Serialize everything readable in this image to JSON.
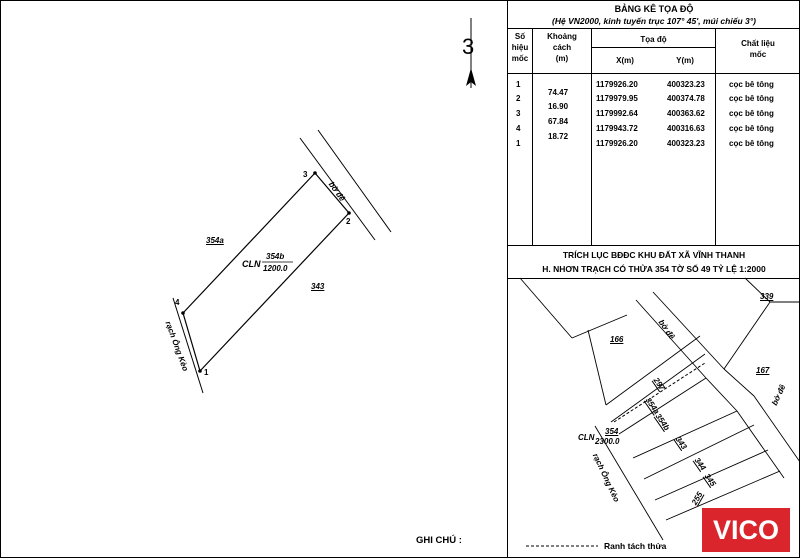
{
  "north_arrow_numeral": "3",
  "table": {
    "title": "BẢNG KÊ TỌA ĐỘ",
    "subtitle": "(Hệ VN2000, kinh tuyến trục 107° 45', múi chiếu 3°)",
    "headers": {
      "so_hieu_moc": [
        "Số",
        "hiệu",
        "mốc"
      ],
      "khoang_cach": [
        "Khoảng",
        "cách",
        "(m)"
      ],
      "toa_do": "Tọa độ",
      "x": "X(m)",
      "y": "Y(m)",
      "chat_lieu": [
        "Chất liệu",
        "mốc"
      ]
    },
    "rows": [
      {
        "id": "1",
        "x": "1179926.20",
        "y": "400323.23",
        "material": "cọc bê tông"
      },
      {
        "id": "2",
        "x": "1179979.95",
        "y": "400374.78",
        "material": "cọc bê tông"
      },
      {
        "id": "3",
        "x": "1179992.64",
        "y": "400363.62",
        "material": "cọc bê tông"
      },
      {
        "id": "4",
        "x": "1179943.72",
        "y": "400316.63",
        "material": "cọc bê tông"
      },
      {
        "id": "1",
        "x": "1179926.20",
        "y": "400323.23",
        "material": "cọc bê tông"
      }
    ],
    "distances": [
      "74.47",
      "16.90",
      "67.84",
      "18.72"
    ]
  },
  "main_map": {
    "label_road": "bờ đê",
    "label_parcel_a": "354a",
    "label_cln": "CLN",
    "label_parcel_b": "354b",
    "label_area": "1200.0",
    "label_343": "343",
    "label_canal": "rạch Ông Kèo",
    "vertex_1": "1",
    "vertex_2": "2",
    "vertex_3": "3",
    "vertex_4": "4"
  },
  "excerpt": {
    "title_line1": "TRÍCH LỤC BĐĐC KHU ĐẤT XÃ VĨNH THANH",
    "title_line2": "H. NHƠN TRẠCH CÓ THỬA 354 TỜ SỐ 49 TỶ LỆ 1:2000",
    "label_339": "339",
    "label_166": "166",
    "label_bo_de_1": "bờ đê",
    "label_167": "167",
    "label_297": "297",
    "label_354a": "354a",
    "label_354b": "354b",
    "label_bo_de_2": "bờ đê",
    "label_cln": "CLN",
    "label_354": "354",
    "label_2300": "2300.0",
    "label_343": "343",
    "label_344": "344",
    "label_345": "345",
    "label_canal": "rạch Ông Kèo",
    "label_255": "255"
  },
  "notes": {
    "ghi_chu": "GHI CHÚ :",
    "ranh_tach_thua": "Ranh tách thửa"
  },
  "brand": {
    "logo_text": "VICO",
    "accent_color": "#d9252b"
  }
}
